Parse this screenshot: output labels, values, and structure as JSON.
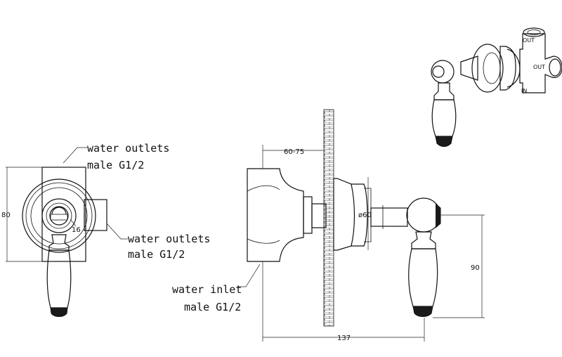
{
  "labels": {
    "outlets_top_1": "water outlets",
    "outlets_top_2": "male G1/2",
    "outlets_side_1": "water outlets",
    "outlets_side_2": "male G1/2",
    "inlet_1": "water inlet",
    "inlet_2": "male G1/2"
  },
  "dimensions": {
    "height_front": "80",
    "port_dia": "16",
    "depth_range": "60-75",
    "flange_dia": "ø60",
    "handle_drop": "90",
    "overall_length": "137"
  },
  "iso_ports": {
    "out_top": "OUT",
    "out_side": "OUT",
    "in": "IN"
  }
}
